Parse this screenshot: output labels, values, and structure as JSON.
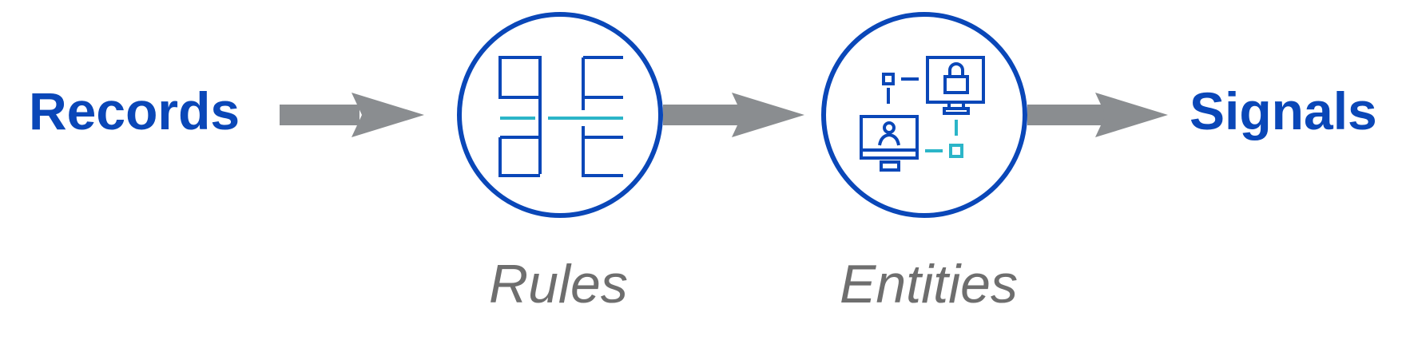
{
  "diagram": {
    "source": "Records",
    "target": "Signals",
    "stages": [
      {
        "label": "Rules",
        "icon": "rules-grid-icon"
      },
      {
        "label": "Entities",
        "icon": "entity-network-icon"
      }
    ]
  },
  "colors": {
    "primary_blue": "#0a47b8",
    "accent_teal": "#2bb5c8",
    "arrow_gray": "#8a8d90",
    "caption_gray": "#6e6e6e"
  }
}
